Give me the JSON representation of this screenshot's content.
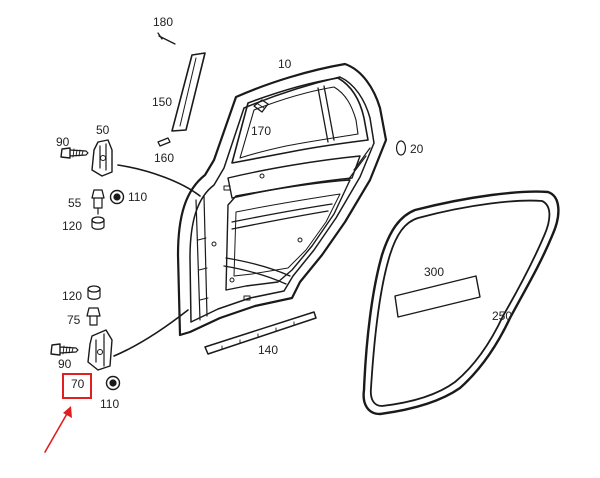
{
  "diagram": {
    "callouts": {
      "p10": "10",
      "p20": "20",
      "p50": "50",
      "p55": "55",
      "p70": "70",
      "p75": "75",
      "p90_upper": "90",
      "p90_lower": "90",
      "p110_upper": "110",
      "p110_lower": "110",
      "p120_upper": "120",
      "p120_lower": "120",
      "p140": "140",
      "p150": "150",
      "p160": "160",
      "p170": "170",
      "p180": "180",
      "p250": "250",
      "p300": "300"
    },
    "highlight": {
      "target": "70",
      "box_color": "#e02020",
      "arrow_color": "#e02020"
    }
  }
}
